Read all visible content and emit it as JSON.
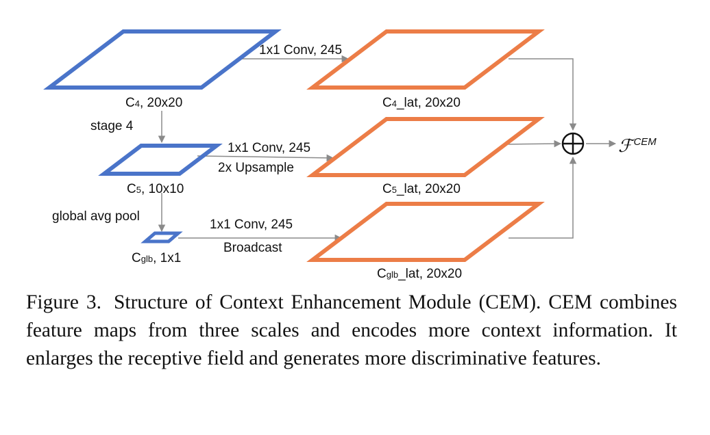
{
  "diagram": {
    "colors": {
      "input": "#4a74c9",
      "lateral": "#ec7d47",
      "arrow": "#8a8a8a",
      "text": "#111111"
    },
    "inputs": [
      {
        "main": "C",
        "sub": "4",
        "rest": ", 20x20"
      },
      {
        "main": "C",
        "sub": "5",
        "rest": ", 10x10"
      },
      {
        "main": "C",
        "sub": "glb",
        "rest": ", 1x1"
      }
    ],
    "laterals": [
      {
        "main": "C",
        "sub": "4",
        "rest": "_lat, 20x20"
      },
      {
        "main": "C",
        "sub": "5",
        "rest": "_lat, 20x20"
      },
      {
        "main": "C",
        "sub": "glb",
        "rest": "_lat, 20x20"
      }
    ],
    "down_ops": [
      "stage 4",
      "global avg pool"
    ],
    "conv_ops": [
      {
        "line1": "1x1 Conv, 245",
        "line2": ""
      },
      {
        "line1": "1x1 Conv, 245",
        "line2": "2x Upsample"
      },
      {
        "line1": "1x1 Conv, 245",
        "line2": "Broadcast"
      }
    ],
    "sum_symbol": "⊕",
    "output": {
      "main": "ℱ",
      "sup": "CEM"
    }
  },
  "caption": {
    "figure_label": "Figure 3.",
    "text": "Structure of Context Enhancement Module (CEM). CEM combines feature maps from three scales and encodes more context information. It enlarges the receptive field and generates more discriminative features."
  }
}
